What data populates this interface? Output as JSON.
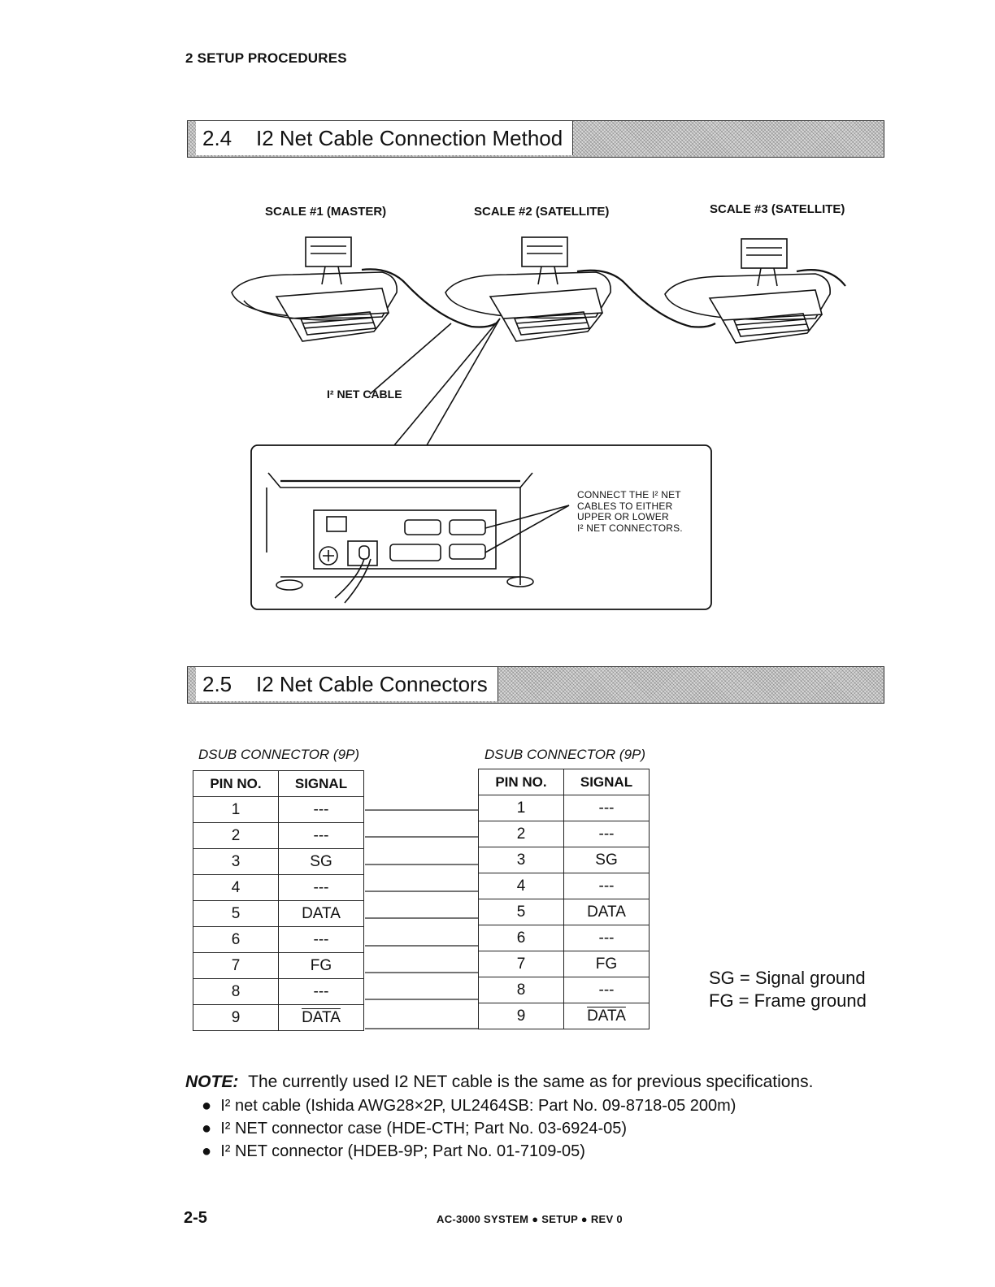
{
  "running_head": "2 SETUP PROCEDURES",
  "section_24": {
    "number": "2.4",
    "title": "I2 Net Cable Connection Method"
  },
  "figure": {
    "scale1": "SCALE #1 (MASTER)",
    "scale2": "SCALE #2 (SATELLITE)",
    "scale3": "SCALE #3 (SATELLITE)",
    "cable_label": "I² NET CABLE",
    "callout": [
      "CONNECT THE I² NET",
      "CABLES TO EITHER",
      "UPPER OR LOWER",
      "I² NET CONNECTORS."
    ]
  },
  "section_25": {
    "number": "2.5",
    "title": "I2 Net Cable Connectors"
  },
  "left_table": {
    "caption": "DSUB CONNECTOR (9P)",
    "headers": [
      "PIN NO.",
      "SIGNAL"
    ],
    "rows": [
      [
        "1",
        "---"
      ],
      [
        "2",
        "---"
      ],
      [
        "3",
        "SG"
      ],
      [
        "4",
        "---"
      ],
      [
        "5",
        "DATA"
      ],
      [
        "6",
        "---"
      ],
      [
        "7",
        "FG"
      ],
      [
        "8",
        "---"
      ],
      [
        "9",
        "DATA"
      ]
    ]
  },
  "right_table": {
    "caption": "DSUB CONNECTOR (9P)",
    "headers": [
      "PIN NO.",
      "SIGNAL"
    ],
    "rows": [
      [
        "1",
        "---"
      ],
      [
        "2",
        "---"
      ],
      [
        "3",
        "SG"
      ],
      [
        "4",
        "---"
      ],
      [
        "5",
        "DATA"
      ],
      [
        "6",
        "---"
      ],
      [
        "7",
        "FG"
      ],
      [
        "8",
        "---"
      ],
      [
        "9",
        "DATA"
      ]
    ]
  },
  "legend": [
    "SG = Signal ground",
    "FG = Frame ground"
  ],
  "note": {
    "label": "NOTE:",
    "text": "The currently used I2 NET cable is the same as for previous specifications.",
    "bullets": [
      "I² net cable (Ishida AWG28×2P, UL2464SB:  Part No. 09-8718-05 200m)",
      "I² NET connector case (HDE-CTH; Part No. 03-6924-05)",
      "I² NET connector  (HDEB-9P; Part No.  01-7109-05)"
    ]
  },
  "page_number": "2-5",
  "footer": "AC-3000 SYSTEM ● SETUP ● REV 0"
}
